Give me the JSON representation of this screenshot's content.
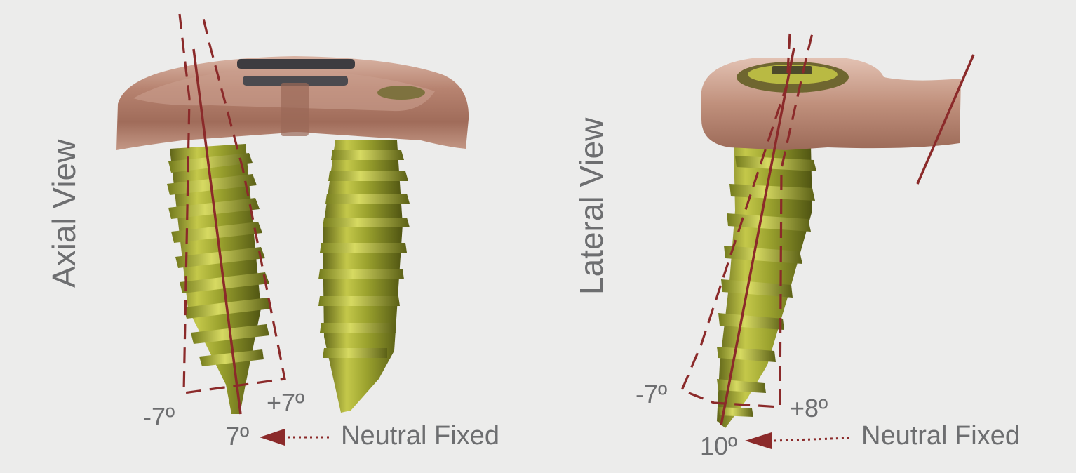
{
  "panels": {
    "axial": {
      "title": "Axial View",
      "minus_angle": "-7º",
      "plus_angle": "+7º",
      "fixed_angle": "7º",
      "neutral_label": "Neutral Fixed"
    },
    "lateral": {
      "title": "Lateral View",
      "minus_angle": "-7º",
      "plus_angle": "+8º",
      "fixed_angle": "10º",
      "neutral_label": "Neutral Fixed"
    }
  },
  "colors": {
    "background": "#ececeb",
    "text": "#6d6e70",
    "line": "#8b2a2a",
    "plate": "#b98874",
    "screw": "#9ea431"
  }
}
